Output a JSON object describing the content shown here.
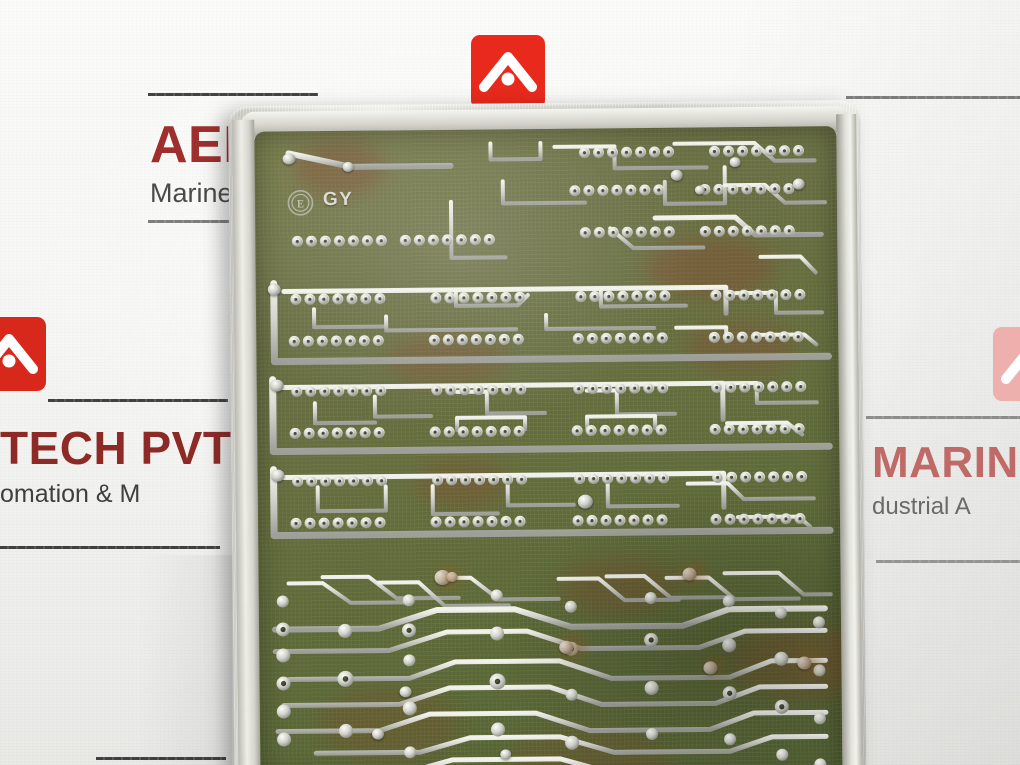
{
  "photo": {
    "subject": "printed-circuit-board-solder-side",
    "background": "white paper with printed watermark text",
    "board_colors": {
      "solder_mask": "#67703f",
      "copper_trace": "#d8d9d2",
      "frame_metal": "#dcdcd5",
      "solder_pad": "#e8e8e2"
    }
  },
  "watermarks": [
    {
      "id": "wm-top-left",
      "big": "AEL",
      "sub": "Marine",
      "color_big": "#9e2f2c",
      "color_sub": "#4a4a4a"
    },
    {
      "id": "wm-mid-left",
      "big": "TECH PVT",
      "sub": "omation & M",
      "color_big": "#8e2a26",
      "color_sub": "#3f3f3f"
    },
    {
      "id": "wm-right",
      "big": "MARINE",
      "sub": "dustrial A",
      "color_big": "#c06a67",
      "color_sub": "#6a6a6a"
    }
  ],
  "logos": [
    {
      "id": "logo-top",
      "shape": "rounded-square-chevron",
      "color": "#e8291c",
      "mark": "white-chevron-with-dot"
    },
    {
      "id": "logo-left",
      "shape": "rounded-square-chevron",
      "color": "#d8281b",
      "mark": "white-chevron-with-dot"
    },
    {
      "id": "logo-right",
      "shape": "rounded-square-chevron",
      "color": "#edb0ad",
      "mark": "white-chevron-with-dot"
    }
  ],
  "board_markings": {
    "certification_stamp": "E",
    "silkscreen_code": "GY"
  },
  "board": {
    "orientation": "solder-side-up",
    "rows": [
      {
        "id": "row-1",
        "label": "top-trace-band"
      },
      {
        "id": "row-2",
        "label": "ic-bus-band-a"
      },
      {
        "id": "row-3",
        "label": "ic-bus-band-b"
      },
      {
        "id": "row-4",
        "label": "ic-bus-band-c"
      },
      {
        "id": "row-5",
        "label": "discrete-wiring-band"
      }
    ]
  }
}
